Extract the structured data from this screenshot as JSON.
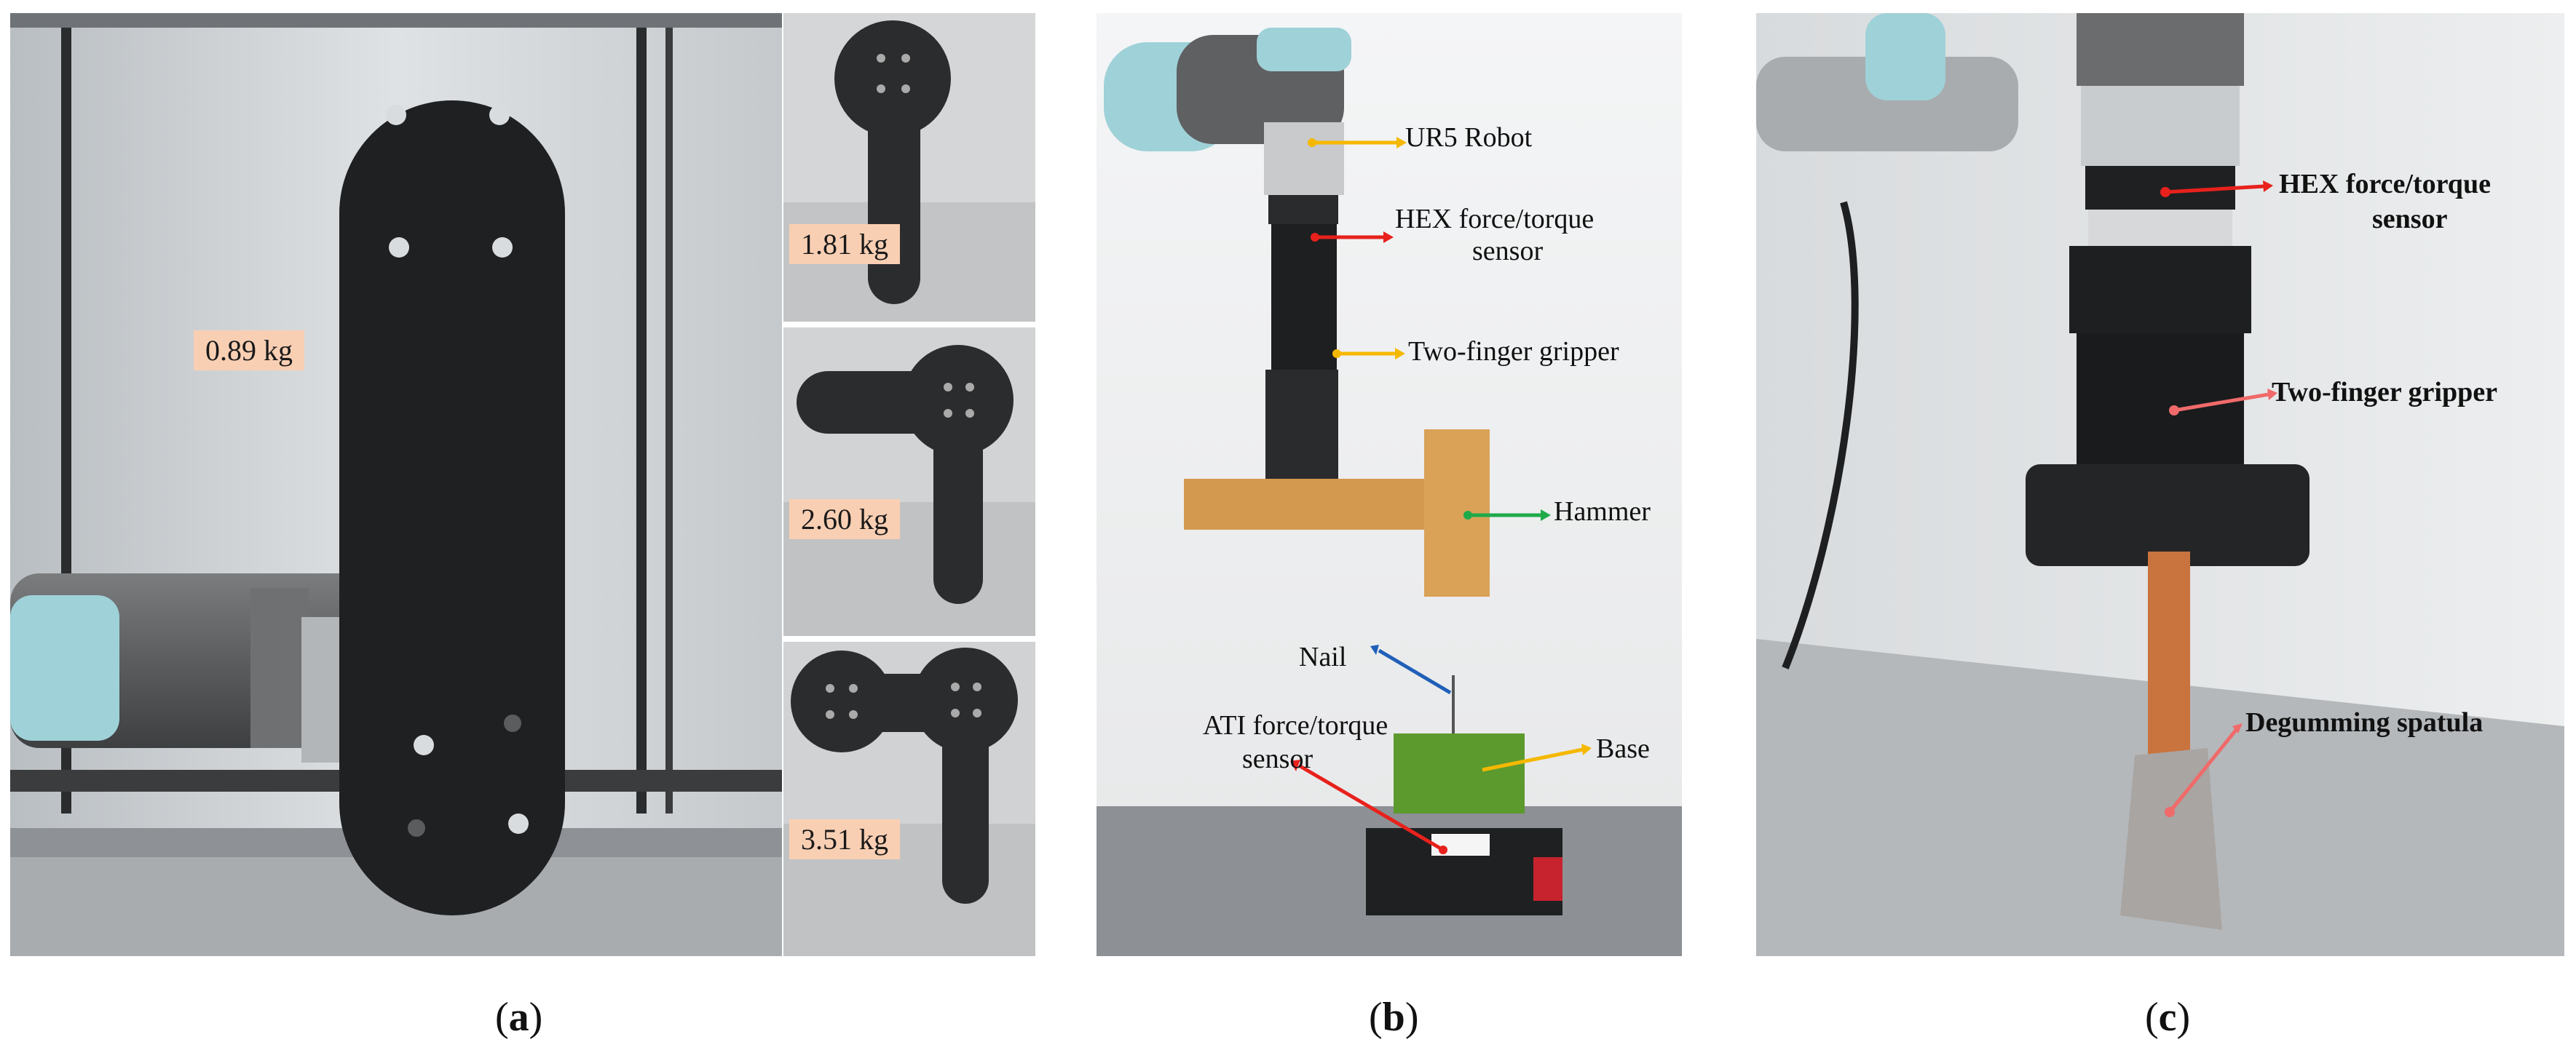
{
  "panel_a": {
    "caption_letter": "a",
    "main_weight": "0.89 kg",
    "weights": [
      "1.81 kg",
      "2.60 kg",
      "3.51 kg"
    ]
  },
  "panel_b": {
    "caption_letter": "b",
    "labels": {
      "robot": "UR5 Robot",
      "hex_sensor_line1": "HEX force/torque",
      "hex_sensor_line2": "sensor",
      "gripper": "Two-finger gripper",
      "hammer": "Hammer",
      "nail": "Nail",
      "ati_sensor_line1": "ATI force/torque",
      "ati_sensor_line2": "sensor",
      "base": "Base"
    }
  },
  "panel_c": {
    "caption_letter": "c",
    "labels": {
      "hex_sensor_line1": "HEX force/torque",
      "hex_sensor_line2": "sensor",
      "gripper": "Two-finger gripper",
      "spatula": "Degumming spatula"
    }
  },
  "colors": {
    "arrow_yellow": "#f5b800",
    "arrow_red": "#e8211c",
    "arrow_green": "#1faa4a",
    "arrow_blue": "#1f5fb8",
    "arrow_pink": "#f06a6a",
    "tag_bg": "#f9cfb3"
  }
}
